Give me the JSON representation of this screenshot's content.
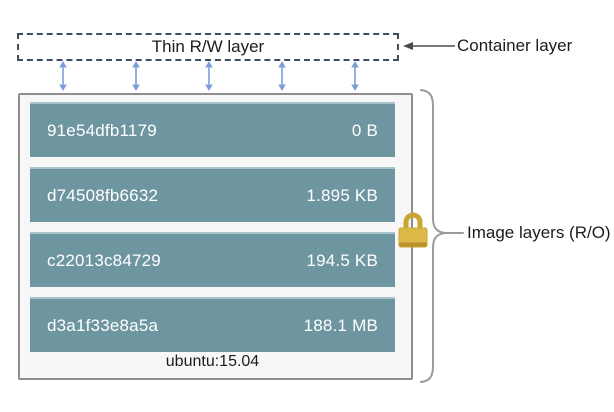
{
  "container_box": {
    "label": "Thin R/W layer"
  },
  "annotations": {
    "container": "Container layer",
    "image": "Image layers (R/O)"
  },
  "image_box": {
    "layers": [
      {
        "hash": "91e54dfb1179",
        "size": "0 B"
      },
      {
        "hash": "d74508fb6632",
        "size": "1.895 KB"
      },
      {
        "hash": "c22013c84729",
        "size": "194.5 KB"
      },
      {
        "hash": "d3a1f33e8a5a",
        "size": "188.1 MB"
      }
    ],
    "caption": "ubuntu:15.04"
  },
  "icons": {
    "lock": "lock-icon",
    "sync_arrow": "double-headed-arrow-icon",
    "pointer": "left-arrow-icon",
    "brace": "curly-brace"
  },
  "sync_arrow_count": 5,
  "colors": {
    "layer_bar": "#6e96a0",
    "layer_bar_highlight": "#a9c4c8",
    "layer_text": "#ffffff",
    "blue_arrow": "#7b9fd6",
    "dashed_border": "#3e4e63",
    "image_box_border": "#8f8f8f",
    "image_box_bg": "#f7f7f8",
    "lock_gold": "#ddb94a",
    "lock_gold_dark": "#b9922b",
    "brace_gray": "#9b9b9b",
    "label_text": "#1c1c1c"
  }
}
